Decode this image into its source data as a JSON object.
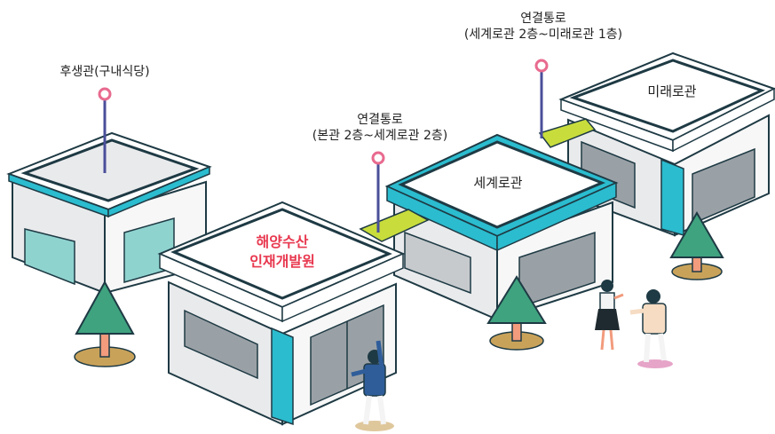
{
  "labels": {
    "annex": "후생관(구내식당)",
    "bridge1_line1": "연결통로",
    "bridge1_line2": "(본관 2층~세계로관 2층)",
    "bridge2_line1": "연결통로",
    "bridge2_line2": "(세계로관 2층~미래로관 1층)"
  },
  "buildings": {
    "main_line1": "해양수산",
    "main_line2": "인재개발원",
    "segyero": "세계로관",
    "miraero": "미래로관"
  },
  "colors": {
    "teal": "#2bbccf",
    "dark": "#1e3a44",
    "pin": "#e86a8f",
    "bridge": "#c8dd3c",
    "highlight": "#e8384f",
    "tree": "#3fa37f",
    "ground": "#c9a25a"
  }
}
